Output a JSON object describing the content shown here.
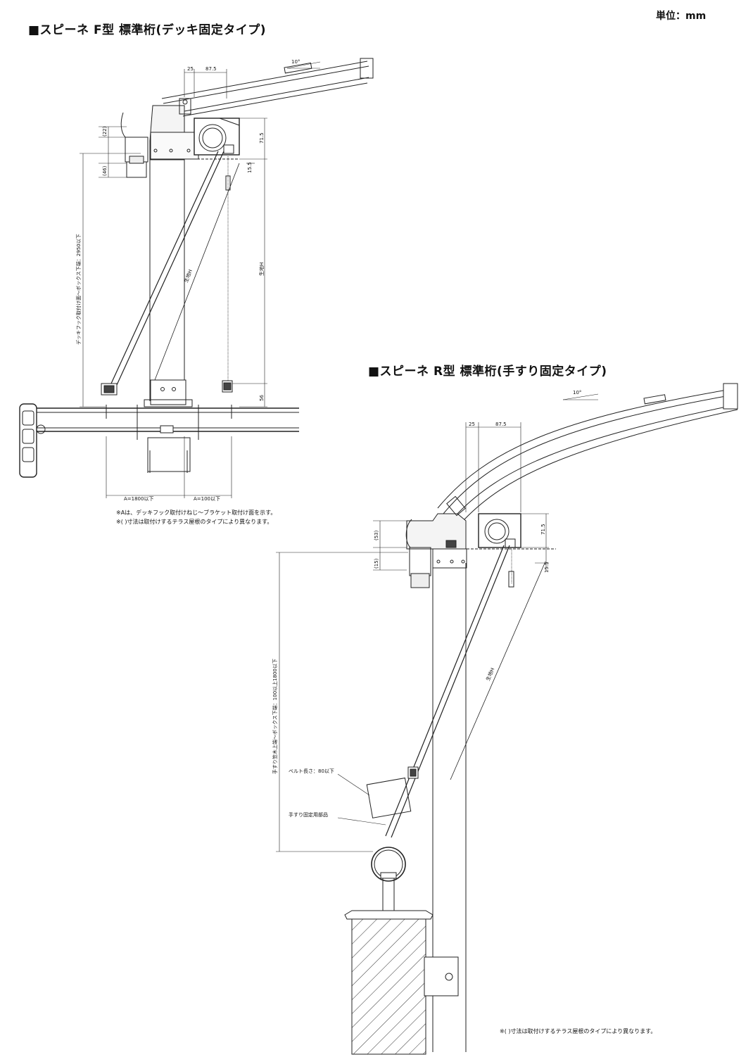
{
  "unit_label": "単位：mm",
  "figure_f": {
    "title": "■スピーネ F型  標準桁(デッキ固定タイプ)",
    "dims": {
      "d25": "25",
      "d87": "87.5",
      "angle": "10°",
      "d22": "(22)",
      "d46": "(46)",
      "d715": "71.5",
      "d155": "15.5",
      "d56": "56",
      "height_label": "デッキフック取付け面～ボックス下端：2950以下",
      "fabric_h": "生地H",
      "fabric_h2": "生地H",
      "a1": "A=1800以下",
      "a2": "A=100以下"
    },
    "notes": [
      "※Aは、デッキフック取付けねじ～ブラケット取付け面を示す。",
      "※(  )寸法は取付けするテラス屋根のタイプにより異なります。"
    ]
  },
  "figure_r": {
    "title": "■スピーネ R型  標準桁(手すり固定タイプ)",
    "dims": {
      "d25": "25",
      "d87": "87.5",
      "angle": "10°",
      "d53": "(53)",
      "d15": "(15)",
      "d715": "71.5",
      "d155": "15.5",
      "height_label": "手すり笠木上端～ボックス下端：100以上1800以下",
      "fabric_h": "生地H",
      "belt": "ベルト長さ：80以下",
      "handrail_part": "手すり固定用部品"
    },
    "note": "※(  )寸法は取付けするテラス屋根のタイプにより異なります。"
  }
}
